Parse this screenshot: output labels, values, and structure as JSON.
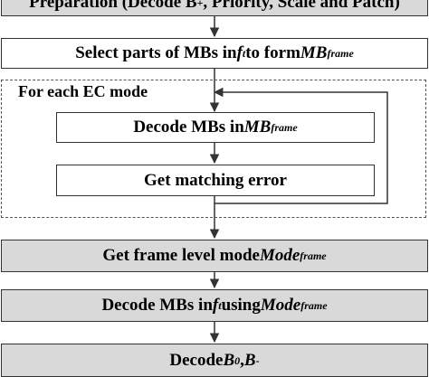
{
  "loop": {
    "label": "For each EC mode"
  },
  "steps": {
    "prep": {
      "text": "Preparation (Decode B",
      "sup": "+",
      "rest": ", Priority, Scale and Patch)"
    },
    "select": {
      "pre": "Select parts of MBs in ",
      "var": "f",
      "sub": "t",
      "mid": " to form ",
      "var2": "MB",
      "sub2": "frame"
    },
    "decode_mbs": {
      "pre": "Decode MBs in ",
      "var": "MB",
      "sub": "frame"
    },
    "match": {
      "text": "Get matching error"
    },
    "frame_mode": {
      "pre": "Get frame level mode ",
      "var": "Mode",
      "sub": "frame"
    },
    "decode_ft": {
      "pre": "Decode MBs in ",
      "var": "f",
      "sub": "t",
      "mid": " using ",
      "var2": "Mode",
      "sub2": "frame"
    },
    "final": {
      "pre": "Decode ",
      "var": "B",
      "sup": "0",
      "mid": ", ",
      "var2": "B",
      "sup2": "-"
    }
  }
}
